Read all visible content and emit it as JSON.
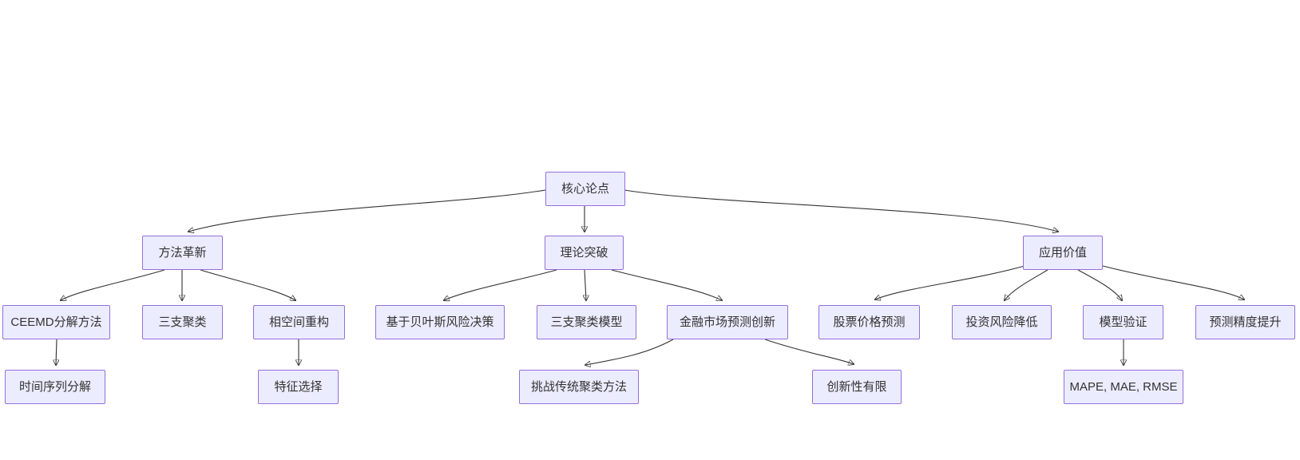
{
  "diagram": {
    "type": "flowchart-tree",
    "background_color": "#ffffff",
    "node_fill_color": "#ECECFF",
    "node_border_color": "#9370DB",
    "edge_color": "#333333",
    "text_color": "#333333"
  },
  "nodes": [
    {
      "id": "core-thesis",
      "label": "核心论点",
      "level": 1
    },
    {
      "id": "method-innovation",
      "label": "方法革新",
      "level": 2
    },
    {
      "id": "theory-breakthrough",
      "label": "理论突破",
      "level": 2
    },
    {
      "id": "application-value",
      "label": "应用价值",
      "level": 2
    },
    {
      "id": "ceemd-decomposition",
      "label": "CEEMD分解方法",
      "level": 3
    },
    {
      "id": "three-way-clustering",
      "label": "三支聚类",
      "level": 3
    },
    {
      "id": "phase-space-reconstruction",
      "label": "相空间重构",
      "level": 3
    },
    {
      "id": "bayesian-risk-decision",
      "label": "基于贝叶斯风险决策",
      "level": 3
    },
    {
      "id": "three-way-clustering-model",
      "label": "三支聚类模型",
      "level": 3
    },
    {
      "id": "financial-market-forecast-innovation",
      "label": "金融市场预测创新",
      "level": 3
    },
    {
      "id": "stock-price-prediction",
      "label": "股票价格预测",
      "level": 3
    },
    {
      "id": "investment-risk-reduction",
      "label": "投资风险降低",
      "level": 3
    },
    {
      "id": "model-validation",
      "label": "模型验证",
      "level": 3
    },
    {
      "id": "forecast-accuracy-improvement",
      "label": "预测精度提升",
      "level": 3
    },
    {
      "id": "time-series-decomposition",
      "label": "时间序列分解",
      "level": 4
    },
    {
      "id": "feature-selection",
      "label": "特征选择",
      "level": 4
    },
    {
      "id": "challenge-traditional-clustering",
      "label": "挑战传统聚类方法",
      "level": 4
    },
    {
      "id": "limited-novelty",
      "label": "创新性有限",
      "level": 4
    },
    {
      "id": "mape-mae-rmse",
      "label": "MAPE, MAE, RMSE",
      "level": 4
    }
  ],
  "edges": [
    {
      "from": "核心论点",
      "to": "方法革新"
    },
    {
      "from": "核心论点",
      "to": "理论突破"
    },
    {
      "from": "核心论点",
      "to": "应用价值"
    },
    {
      "from": "方法革新",
      "to": "CEEMD分解方法"
    },
    {
      "from": "方法革新",
      "to": "三支聚类"
    },
    {
      "from": "方法革新",
      "to": "相空间重构"
    },
    {
      "from": "理论突破",
      "to": "基于贝叶斯风险决策"
    },
    {
      "from": "理论突破",
      "to": "三支聚类模型"
    },
    {
      "from": "理论突破",
      "to": "金融市场预测创新"
    },
    {
      "from": "应用价值",
      "to": "股票价格预测"
    },
    {
      "from": "应用价值",
      "to": "投资风险降低"
    },
    {
      "from": "应用价值",
      "to": "模型验证"
    },
    {
      "from": "应用价值",
      "to": "预测精度提升"
    },
    {
      "from": "CEEMD分解方法",
      "to": "时间序列分解"
    },
    {
      "from": "相空间重构",
      "to": "特征选择"
    },
    {
      "from": "金融市场预测创新",
      "to": "挑战传统聚类方法"
    },
    {
      "from": "金融市场预测创新",
      "to": "创新性有限"
    },
    {
      "from": "模型验证",
      "to": "MAPE, MAE, RMSE"
    }
  ]
}
